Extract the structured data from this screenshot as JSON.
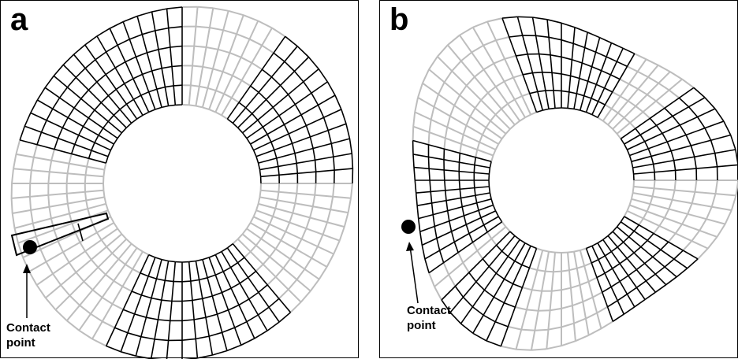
{
  "panels": [
    {
      "label": "a",
      "contact_label": "Contact\npoint"
    },
    {
      "label": "b",
      "contact_label": "Contact\npoint"
    }
  ],
  "colors": {
    "mesh_light": "#bdbdbd",
    "mesh_dark": "#000000",
    "contact_dot": "#000000"
  }
}
